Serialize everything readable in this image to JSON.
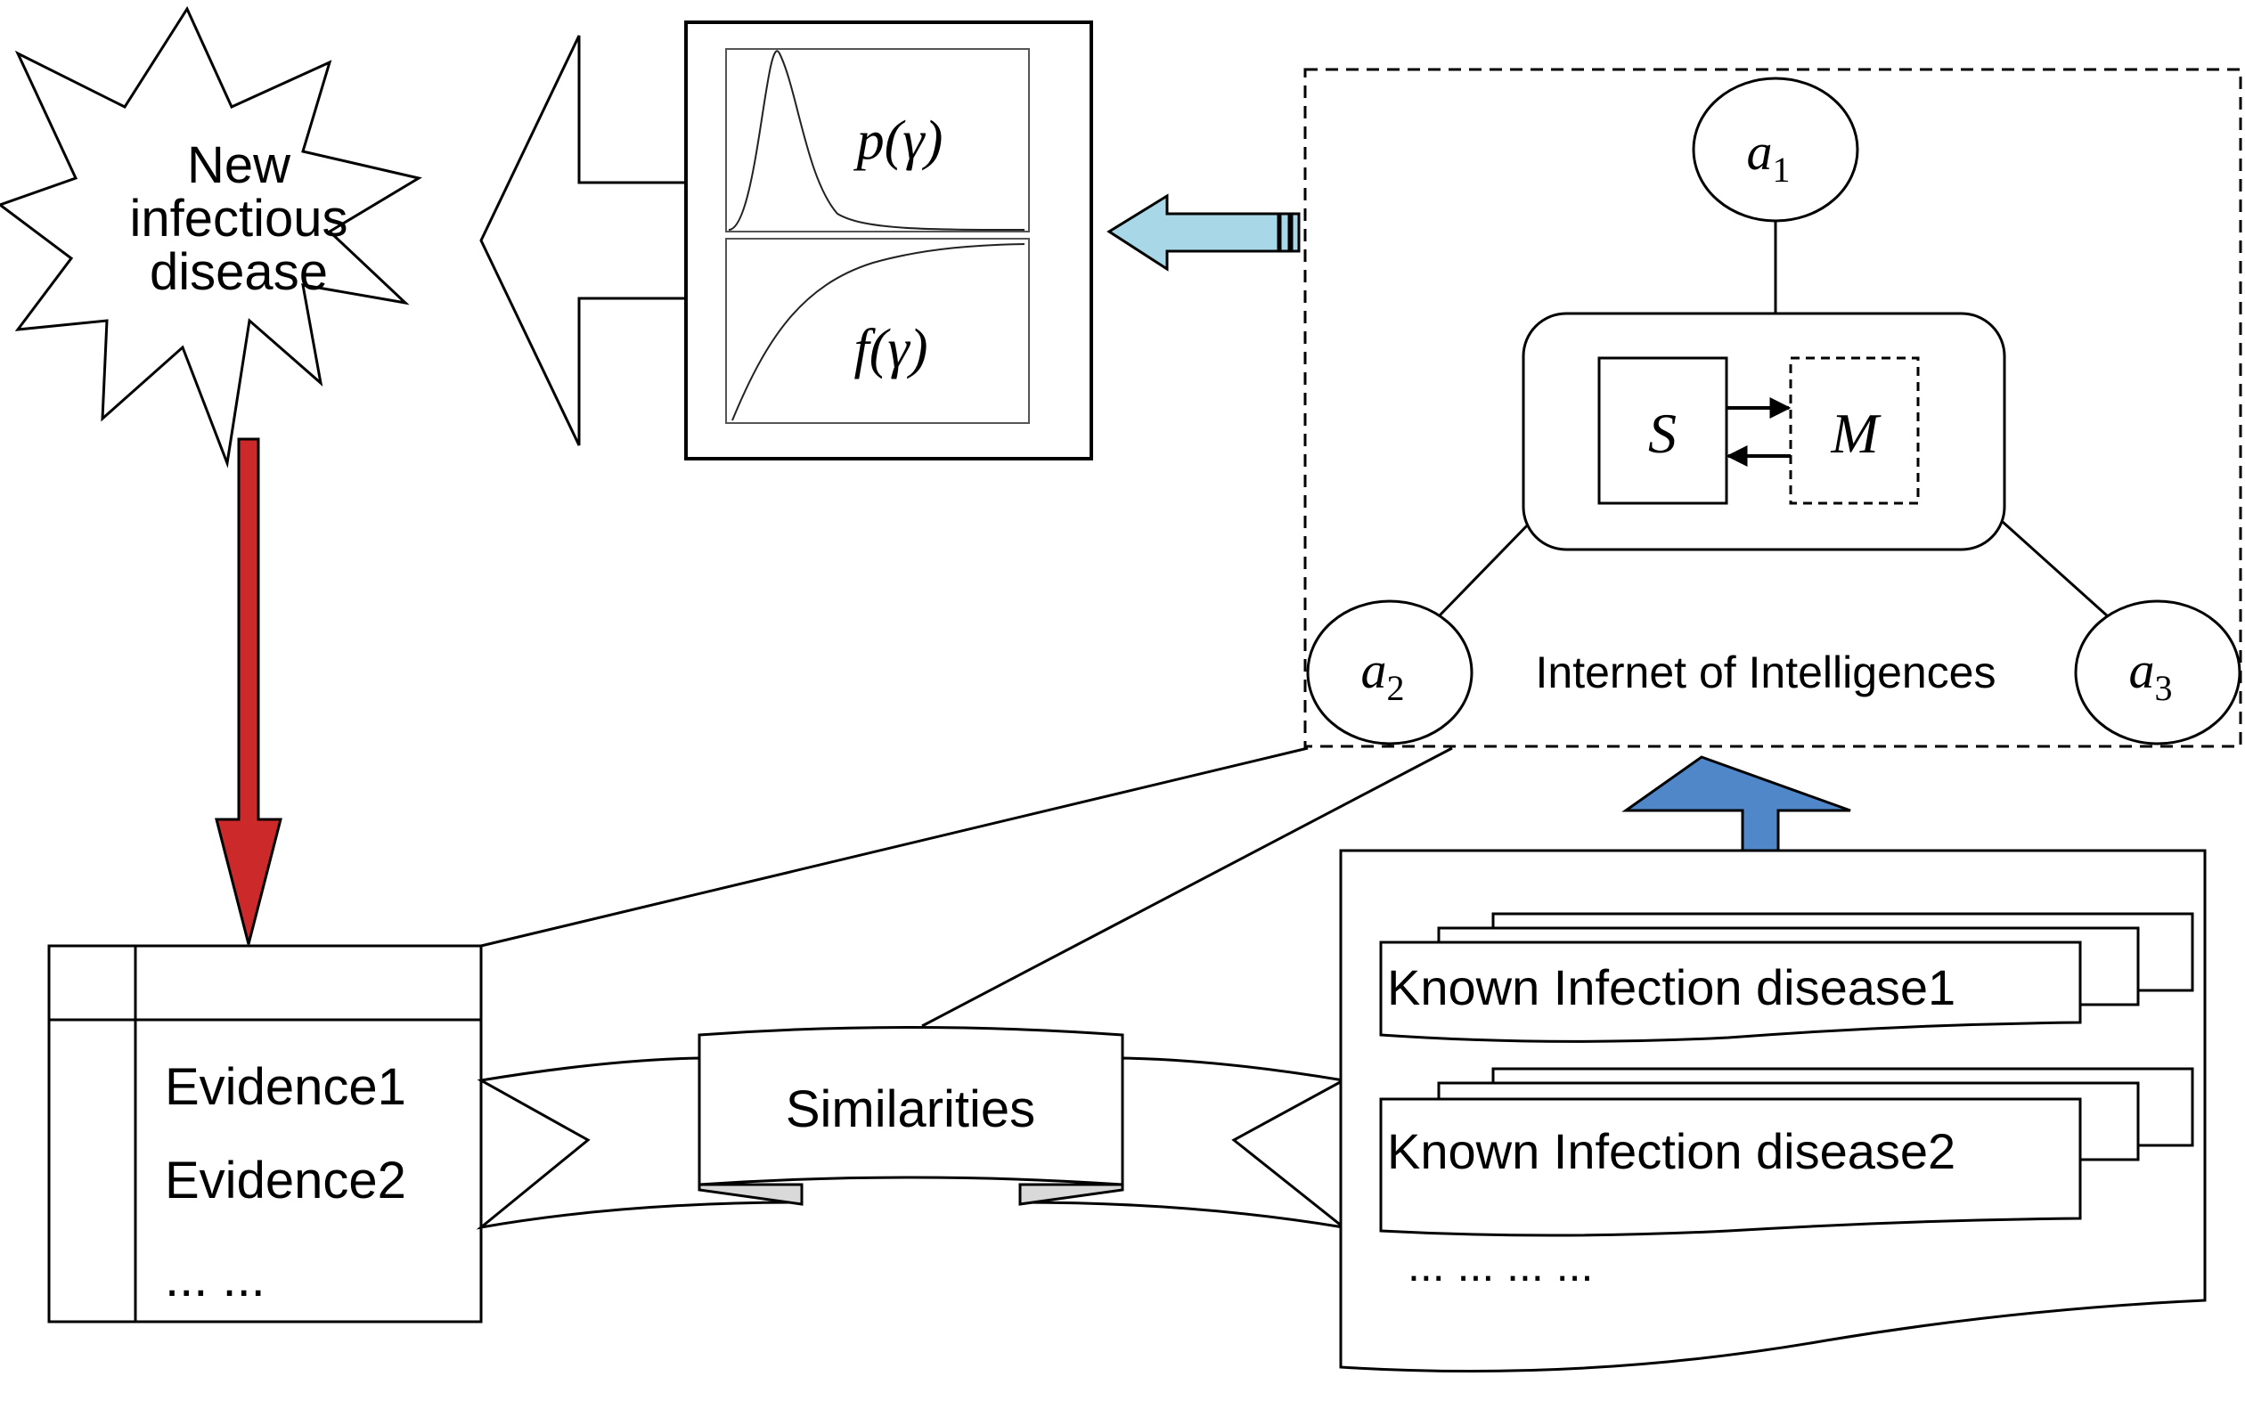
{
  "burst": {
    "line1": "New",
    "line2": "infectious",
    "line3": "disease"
  },
  "functions": {
    "p_label": "p(γ)",
    "f_label": "f(γ)"
  },
  "internet": {
    "label": "Internet of Intelligences",
    "node_a1": {
      "base": "a",
      "sub": "1"
    },
    "node_a2": {
      "base": "a",
      "sub": "2"
    },
    "node_a3": {
      "base": "a",
      "sub": "3"
    },
    "s_label": "S",
    "m_label": "M"
  },
  "evidence": {
    "item1": "Evidence1",
    "item2": "Evidence2",
    "more": "... ..."
  },
  "similarities": {
    "label": "Similarities"
  },
  "known": {
    "item1": "Known Infection disease1",
    "item2": "Known Infection disease2",
    "more": "... ... ... ..."
  },
  "colors": {
    "red_arrow": "#cc2a2a",
    "light_blue_arrow": "#a8d8e8",
    "blue_arrow": "#4f87c9",
    "ribbon_fold": "#d9d9d9"
  }
}
